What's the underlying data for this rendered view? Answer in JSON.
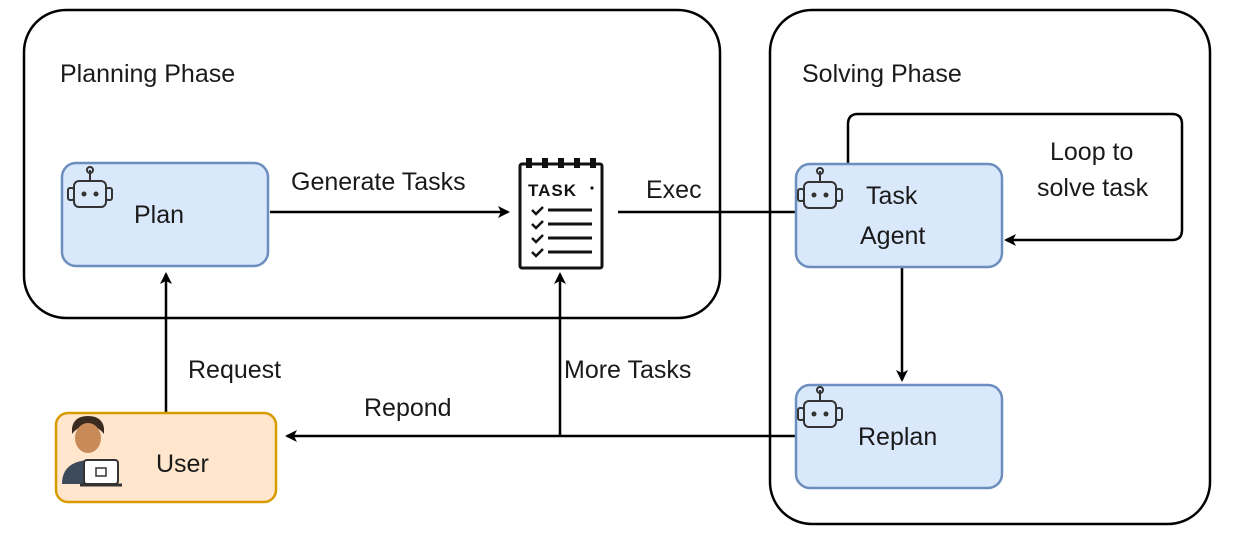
{
  "planning_phase": {
    "title": "Planning Phase"
  },
  "solving_phase": {
    "title": "Solving Phase"
  },
  "nodes": {
    "plan": {
      "label": "Plan"
    },
    "task_list": {
      "label": "TASK"
    },
    "task_agent": {
      "label_line1": "Task",
      "label_line2": "Agent"
    },
    "replan": {
      "label": "Replan"
    },
    "user": {
      "label": "User"
    }
  },
  "edges": {
    "generate_tasks": "Generate Tasks",
    "exec": "Exec",
    "loop_line1": "Loop to",
    "loop_line2": "solve task",
    "request": "Request",
    "more_tasks": "More Tasks",
    "respond": "Repond"
  },
  "colors": {
    "agent_fill": "#dae8fc",
    "agent_stroke": "#6c8ebf",
    "user_fill": "#ffe6cc",
    "user_stroke": "#d79b00",
    "line": "#000000"
  },
  "icons": {
    "agent": "robot-icon",
    "tasks": "task-clipboard-icon",
    "user": "user-laptop-icon"
  }
}
